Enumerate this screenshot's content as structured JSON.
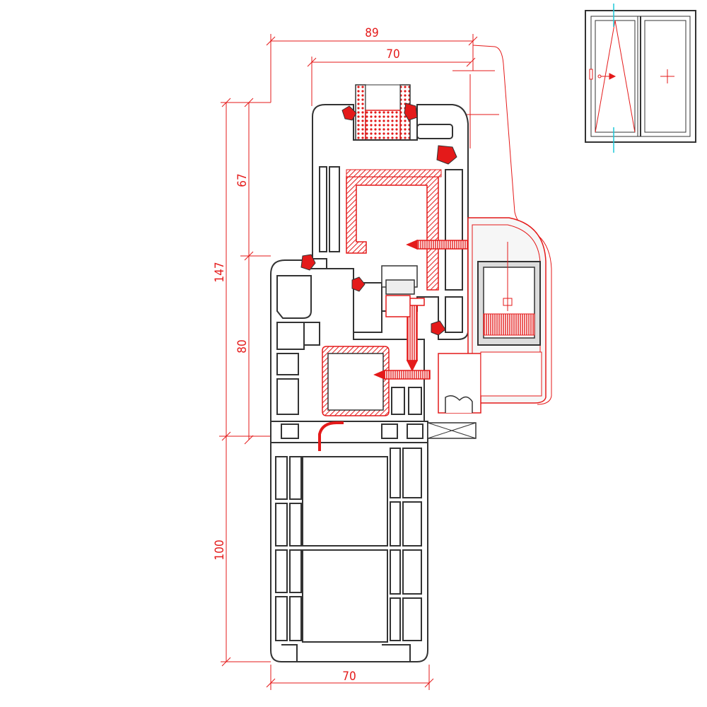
{
  "colors": {
    "profile": "#333333",
    "profile_fill": "#ffffff",
    "accent_red": "#e41a1a",
    "glass": "#e7e7e7",
    "grey_fill": "#d6d6d6",
    "cyan_axis": "#1ec8d8",
    "background": "#ffffff"
  },
  "dimensions": {
    "top_total": "89",
    "top_frame": "70",
    "bottom_width": "70",
    "height_total": "147",
    "height_upper": "67",
    "height_middle": "80",
    "height_lower": "100"
  },
  "icons": {
    "window_icon": "window-thumbnail-icon",
    "opening_center_cross": "cross-marker-icon",
    "handle": "handle-icon"
  }
}
